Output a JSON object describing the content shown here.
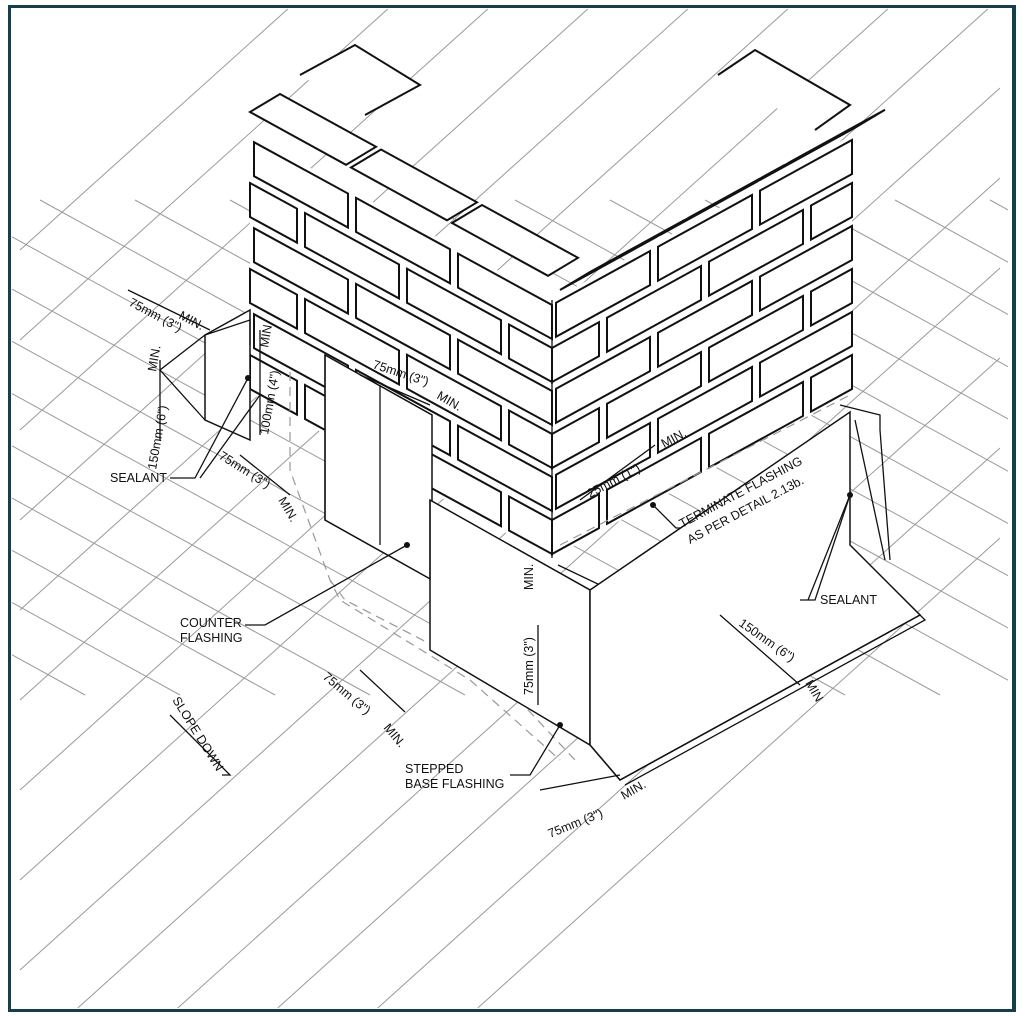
{
  "drawing": {
    "frame_color": "#163f4c",
    "labels": {
      "dim_top_left": "75mm (3\")",
      "dim_top_left_min": "MIN.",
      "dim_150_left": "150mm (6\")",
      "dim_150_left_min": "MIN.",
      "dim_100": "100mm (4\")",
      "dim_100_min": "MIN.",
      "sealant_left": "SEALANT",
      "dim_75_left": "75mm (3\")",
      "dim_75_left_min": "MIN.",
      "dim_75_center": "75mm (3\")",
      "dim_75_center_min": "MIN.",
      "dim_25": "25mm (1\")",
      "dim_25_min": "MIN.",
      "terminate_line1": "TERMINATE FLASHING",
      "terminate_line2": "AS PER DETAIL 2.13b.",
      "sealant_right": "SEALANT",
      "counter_line1": "COUNTER",
      "counter_line2": "FLASHING",
      "dim_150_right": "150mm (6\")",
      "dim_150_right_min": "MIN",
      "dim_75_vertical": "75mm (3\")",
      "dim_75_vertical_min": "MIN.",
      "slope_down": "SLOPE DOWN",
      "dim_75_step": "75mm (3\")",
      "dim_75_step_min": "MIN.",
      "stepped_line1": "STEPPED",
      "stepped_line2": "BASE FLASHING",
      "dim_75_bottom": "75mm (3\")",
      "dim_75_bottom_min": "MIN."
    }
  }
}
